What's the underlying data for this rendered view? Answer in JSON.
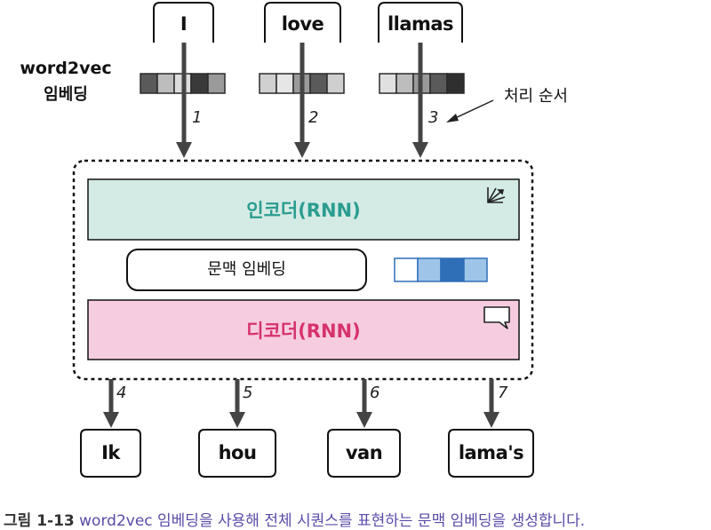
{
  "input_tokens": [
    "I",
    "love",
    "llamas"
  ],
  "output_tokens": [
    "Ik",
    "hou",
    "van",
    "lama's"
  ],
  "embedding_label_line1": "word2vec",
  "embedding_label_line2": "임베딩",
  "processing_order_label": "처리 순서",
  "input_step_numbers": [
    "1",
    "2",
    "3"
  ],
  "output_step_numbers": [
    "4",
    "5",
    "6",
    "7"
  ],
  "encoder_label": "인코더(RNN)",
  "decoder_label": "디코더(RNN)",
  "context_embedding_label": "문맥 임베딩",
  "caption": {
    "figure": "그림 1-13",
    "text": "word2vec 임베딩을 사용해 전체 시퀀스를 표현하는 문맥 임베딩을 생성합니다."
  },
  "colors": {
    "encoder_fill": "#d4ebe5",
    "encoder_text": "#2a9d8f",
    "decoder_fill": "#f6cde0",
    "decoder_text": "#d6336c",
    "context_vector": [
      "#ffffff",
      "#9ec5e8",
      "#2f6fb8",
      "#9ec5e8"
    ],
    "word_vectors": [
      [
        "#5a5a5a",
        "#bdbdbd",
        "#dcdcdc",
        "#3a3a3a",
        "#9a9a9a"
      ],
      [
        "#d0d0d0",
        "#e6e6e6",
        "#9a9a9a",
        "#5a5a5a",
        "#cfcfcf"
      ],
      [
        "#e0e0e0",
        "#bdbdbd",
        "#9a9a9a",
        "#5a5a5a",
        "#2f2f2f"
      ]
    ]
  },
  "icons": [
    "expand-icon",
    "speech-bubble-icon"
  ]
}
